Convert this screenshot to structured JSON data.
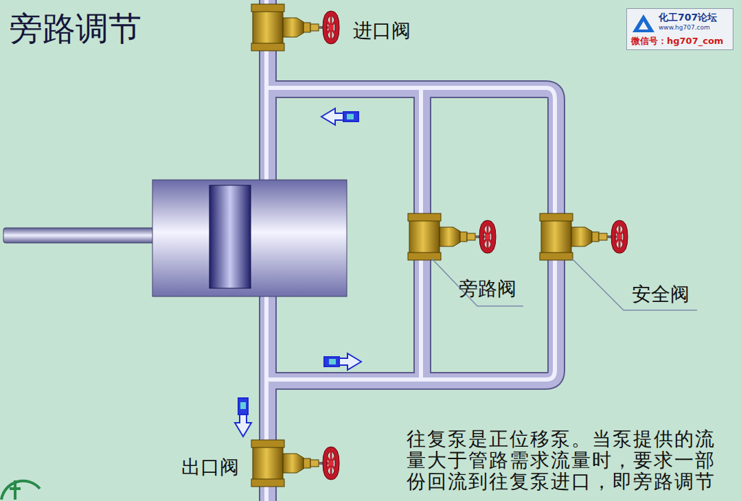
{
  "diagram": {
    "title": "旁路调节",
    "caption": "往复泵是正位移泵。当泵提供的流量大于管路需求流量时，要求一部份回流到往复泵进口，即旁路调节",
    "nodes": [
      {
        "text": [
          "化工707论坛",
          "www.hg707.com",
          "微信号：hg707_com"
        ]
      }
    ],
    "labels": [
      "进口阀",
      "旁路阀",
      "安全阀",
      "出口阀"
    ]
  }
}
